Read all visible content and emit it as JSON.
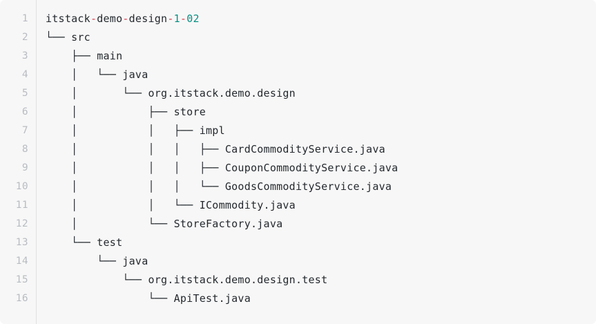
{
  "code_block": {
    "language_hint": "text",
    "background_color": "#f7f7f7",
    "gutter_divider_color": "#e0e0e0",
    "line_number_color": "#b8bcc2",
    "text_color": "#24292e",
    "operator_color": "#d73a49",
    "number_color": "#0a8f82",
    "line_count": 16,
    "line_numbers": [
      "1",
      "2",
      "3",
      "4",
      "5",
      "6",
      "7",
      "8",
      "9",
      "10",
      "11",
      "12",
      "13",
      "14",
      "15",
      "16"
    ],
    "title_line": {
      "segments": [
        {
          "text": "itstack",
          "type": "text"
        },
        {
          "text": "-",
          "type": "operator"
        },
        {
          "text": "demo",
          "type": "text"
        },
        {
          "text": "-",
          "type": "operator"
        },
        {
          "text": "design",
          "type": "text"
        },
        {
          "text": "-",
          "type": "operator"
        },
        {
          "text": "1",
          "type": "number"
        },
        {
          "text": "-",
          "type": "operator"
        },
        {
          "text": "02",
          "type": "number"
        }
      ]
    },
    "lines": [
      "itstack-demo-design-1-02",
      "└── src",
      "    ├── main",
      "    │   └── java",
      "    │       └── org.itstack.demo.design",
      "    │           ├── store",
      "    │           │   ├── impl",
      "    │           │   │   ├── CardCommodityService.java",
      "    │           │   │   ├── CouponCommodityService.java",
      "    │           │   │   └── GoodsCommodityService.java",
      "    │           │   └── ICommodity.java",
      "    │           └── StoreFactory.java",
      "    └── test",
      "        └── java",
      "            └── org.itstack.demo.design.test",
      "                └── ApiTest.java"
    ],
    "tree": {
      "root": "itstack-demo-design-1-02",
      "nodes": [
        {
          "depth": 1,
          "name": "src",
          "type": "directory"
        },
        {
          "depth": 2,
          "name": "main",
          "type": "directory"
        },
        {
          "depth": 3,
          "name": "java",
          "type": "directory"
        },
        {
          "depth": 4,
          "name": "org.itstack.demo.design",
          "type": "package"
        },
        {
          "depth": 5,
          "name": "store",
          "type": "directory"
        },
        {
          "depth": 6,
          "name": "impl",
          "type": "directory"
        },
        {
          "depth": 7,
          "name": "CardCommodityService.java",
          "type": "file"
        },
        {
          "depth": 7,
          "name": "CouponCommodityService.java",
          "type": "file"
        },
        {
          "depth": 7,
          "name": "GoodsCommodityService.java",
          "type": "file"
        },
        {
          "depth": 6,
          "name": "ICommodity.java",
          "type": "file"
        },
        {
          "depth": 5,
          "name": "StoreFactory.java",
          "type": "file"
        },
        {
          "depth": 2,
          "name": "test",
          "type": "directory"
        },
        {
          "depth": 3,
          "name": "java",
          "type": "directory"
        },
        {
          "depth": 4,
          "name": "org.itstack.demo.design.test",
          "type": "package"
        },
        {
          "depth": 5,
          "name": "ApiTest.java",
          "type": "file"
        }
      ]
    }
  }
}
